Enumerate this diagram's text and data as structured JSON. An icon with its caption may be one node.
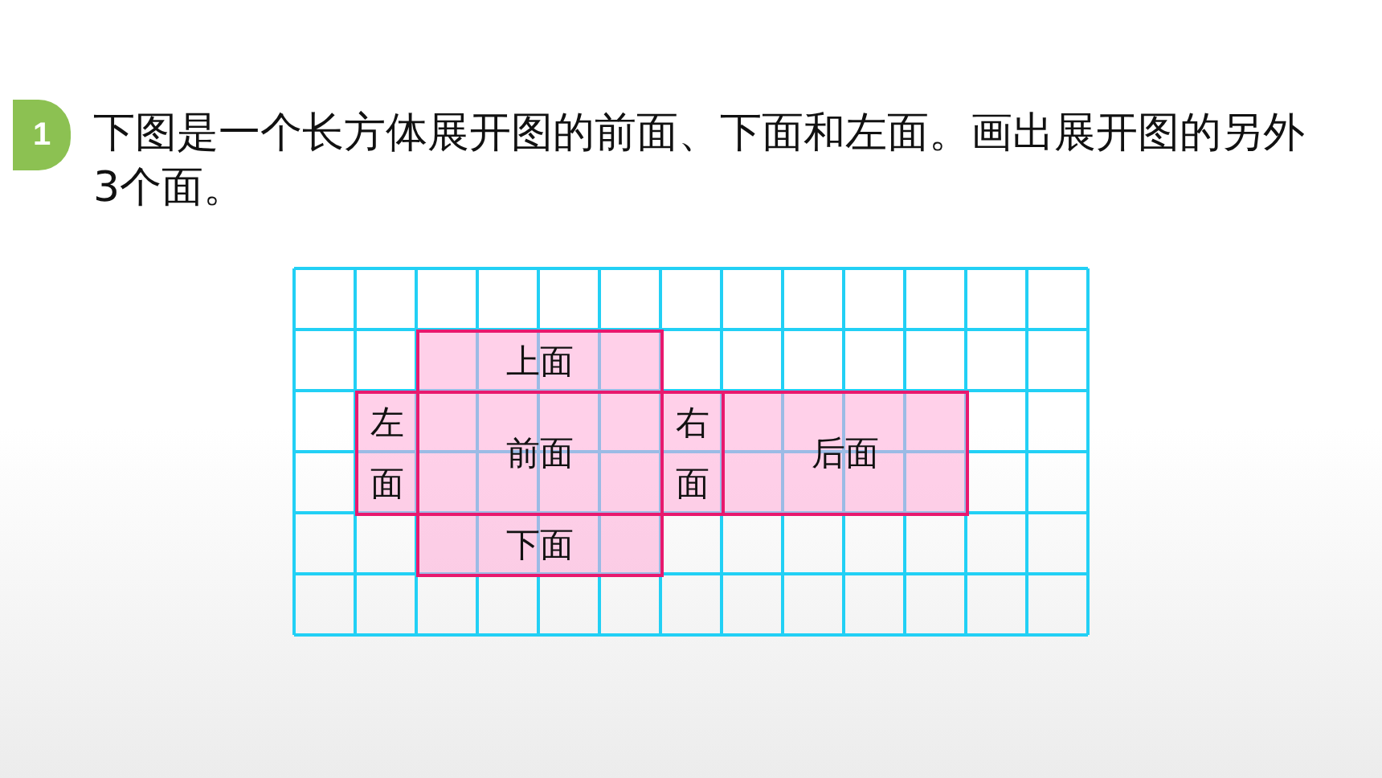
{
  "diagram": {
    "nodes": [
      {
        "text": [
          "上面"
        ]
      },
      {
        "text": [
          "左面"
        ]
      },
      {
        "text": [
          "前面"
        ]
      },
      {
        "text": [
          "右面"
        ]
      },
      {
        "text": [
          "后面"
        ]
      },
      {
        "text": [
          "下面"
        ]
      }
    ],
    "labels": [
      "1",
      "下图是一个长方体展开图的前面、下面和左面。画出展开图的另外3个面。"
    ]
  }
}
